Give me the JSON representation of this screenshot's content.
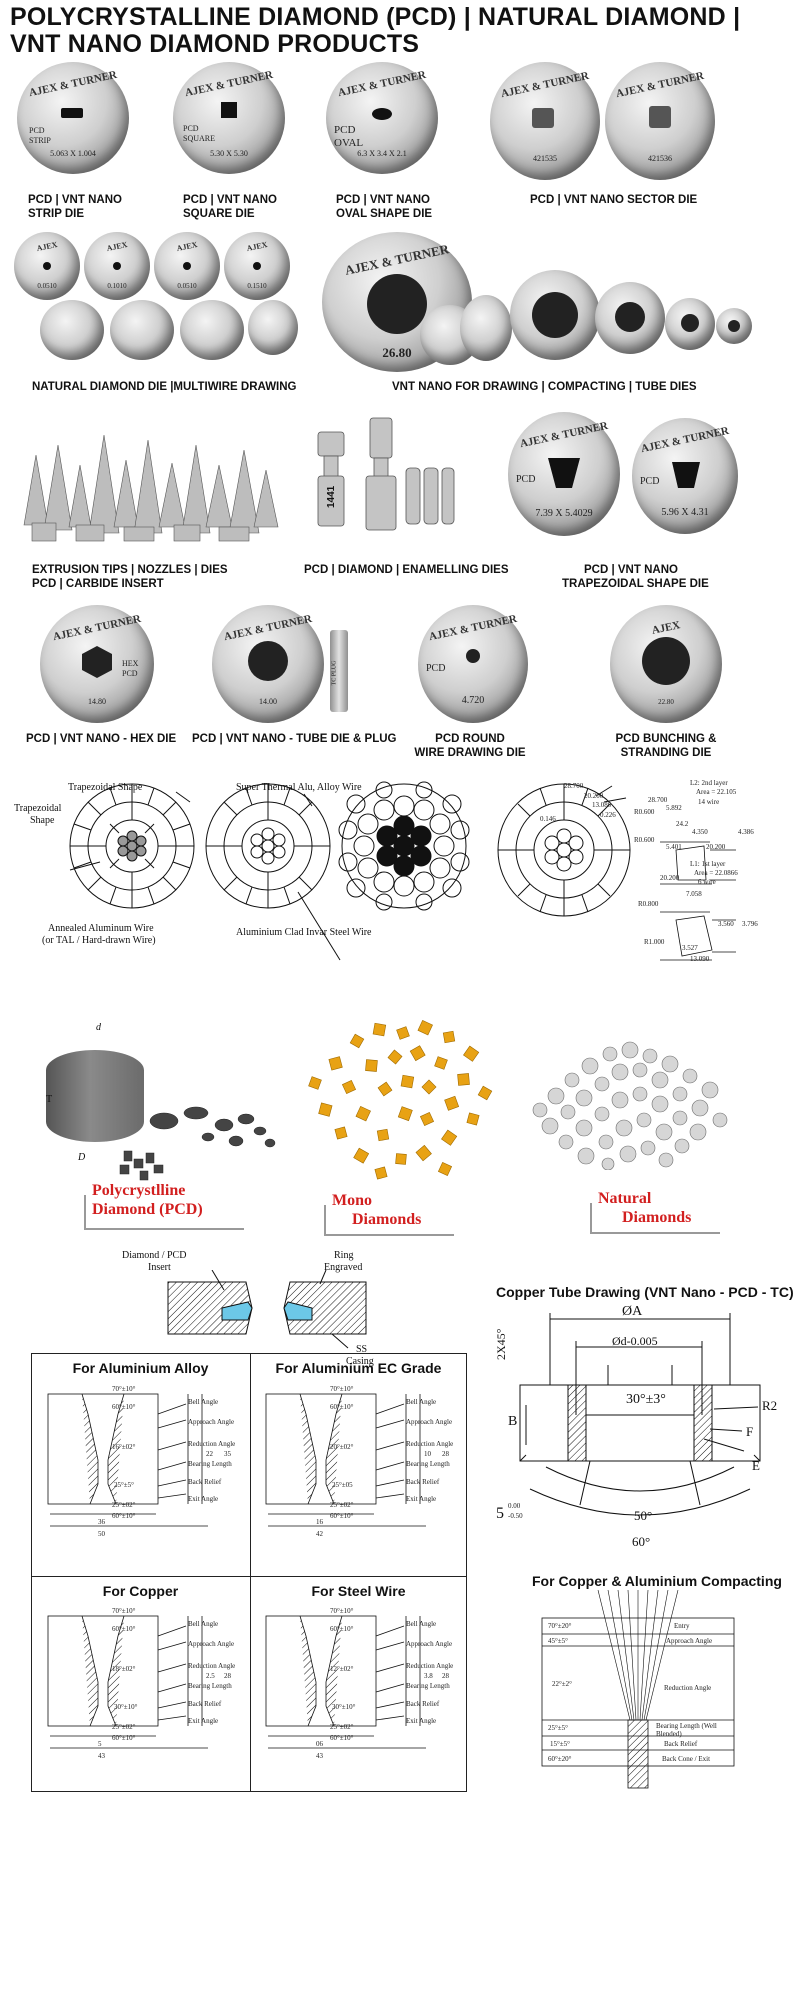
{
  "title": "POLYCRYSTALLINE DIAMOND (PCD) | NATURAL DIAMOND | VNT NANO DIAMOND PRODUCTS",
  "brand": "AJEX & TURNER",
  "brand_short": "AJEX",
  "row1": {
    "strip": {
      "label_top": "PCD",
      "label_bottom": "STRIP",
      "size": "5.063 X 1.004",
      "cap1": "PCD | VNT NANO",
      "cap2": "STRIP DIE"
    },
    "square": {
      "label_top": "PCD",
      "label_bottom": "SQUARE",
      "size": "5.30 X 5.30",
      "cap1": "PCD | VNT NANO",
      "cap2": "SQUARE DIE"
    },
    "oval": {
      "label_top": "PCD",
      "label_bottom": "OVAL",
      "size": "6.3 X 3.4 X 2.1",
      "cap1": "PCD | VNT NANO",
      "cap2": "OVAL SHAPE DIE"
    },
    "sector": {
      "code1": "421535",
      "code2": "421536",
      "cap": "PCD | VNT NANO SECTOR DIE"
    }
  },
  "row2": {
    "natural": {
      "sizes": [
        "0.0510",
        "0.1010",
        "0.0510",
        "0.1510"
      ],
      "cap": "NATURAL DIAMOND DIE |MULTIWIRE DRAWING"
    },
    "vnt": {
      "size": "26.80",
      "cap": "VNT NANO FOR DRAWING | COMPACTING | TUBE DIES"
    }
  },
  "row3": {
    "extrusion": {
      "cap1": "EXTRUSION TIPS | NOZZLES | DIES",
      "cap2": "PCD | CARBIDE INSERT"
    },
    "enamelling": {
      "mark": "1441",
      "cap": "PCD | DIAMOND | ENAMELLING DIES"
    },
    "trap": {
      "label": "PCD",
      "size1": "7.39 X 5.4029",
      "size2": "5.96 X 4.31",
      "cap1": "PCD   | VNT NANO",
      "cap2": "TRAPEZOIDAL SHAPE DIE"
    }
  },
  "row4": {
    "hex": {
      "label1": "HEX",
      "label2": "PCD",
      "size": "14.80",
      "cap": "PCD | VNT NANO - HEX DIE"
    },
    "tube": {
      "size": "14.00",
      "plug": "TC PLUG",
      "cap": "PCD | VNT NANO - TUBE DIE & PLUG"
    },
    "round": {
      "label": "PCD",
      "size": "4.720",
      "cap1": "PCD ROUND",
      "cap2": "WIRE DRAWING DIE"
    },
    "bunching": {
      "size": "22.80",
      "cap1": "PCD BUNCHING &",
      "cap2": "STRANDING DIE"
    }
  },
  "conductors": {
    "trap_shape": "Trapezoidal Shape",
    "trap_shape2": "Trapezoidal",
    "trap_shape3": "Shape",
    "super_thermal": "Super Thermal Alu, Alloy Wire",
    "annealed1": "Annealed Aluminum Wire",
    "annealed2": "(or TAL / Hard-drawn Wire)",
    "clad": "Aluminium Clad Invar Steel Wire",
    "dims": [
      "28.700",
      "20.200",
      "13.080",
      "0.226",
      "0.146"
    ],
    "l2": {
      "line1": "L2: 2nd layer",
      "line2": "Area = 22.105",
      "line3": "14 wire",
      "vals": [
        "28.700",
        "5.892",
        "R0.600",
        "24.2",
        "4.350",
        "4.386",
        "R0.600",
        "5.401",
        "20.200"
      ]
    },
    "l1": {
      "line1": "L1: 1st layer",
      "line2": "Area = 22.0866",
      "line3": "6 wire",
      "vals": [
        "20.200",
        "7.058",
        "R0.800",
        "3.560",
        "3.796",
        "R1.000",
        "3.527",
        "13.090"
      ]
    }
  },
  "diamonds": {
    "pcd_d": "d",
    "pcd_t": "T",
    "pcd_D": "D",
    "pcd1": "Polycrystlline",
    "pcd2": "Diamond (PCD)",
    "mono1": "Mono",
    "mono2": "Diamonds",
    "nat1": "Natural",
    "nat2": "Diamonds"
  },
  "insert": {
    "diamond": "Diamond / PCD",
    "insert": "Insert",
    "ring": "Ring",
    "engraved": "Engraved",
    "ss": "SS",
    "casing": "Casing"
  },
  "profiles": [
    {
      "title": "For Aluminium Alloy",
      "top": "70°±10°",
      "second": "60°±10°",
      "third": "16°±02°",
      "fourth": "25°±5°",
      "fifth": "25°±02°",
      "sixth": "60°±10°",
      "labels": [
        "Bell Angle",
        "Approach Angle",
        "Reduction Angle",
        "Bearing Length",
        "Back Relief",
        "Exit Angle"
      ],
      "dims": [
        "22",
        "35",
        "36",
        "50"
      ]
    },
    {
      "title": "For Aluminium EC Grade",
      "top": "70°±10°",
      "second": "60°±10°",
      "third": "20°±02°",
      "fourth": "25°±05",
      "fifth": "25°±02°",
      "sixth": "60°±10°",
      "labels": [
        "Bell Angle",
        "Approach Angle",
        "Reduction Angle",
        "Bearing Length",
        "Back Relief",
        "Exit Angle"
      ],
      "dims": [
        "10",
        "28",
        "16",
        "42"
      ]
    },
    {
      "title": "For Copper",
      "top": "70°±10°",
      "second": "60°±10°",
      "third": "18°±02°",
      "fourth": "30°±10°",
      "fifth": "25°±02°",
      "sixth": "60°±10°",
      "labels": [
        "Bell Angle",
        "Approach Angle",
        "Reduction Angle",
        "Bearing Length",
        "Back Relief",
        "Exit Angle"
      ],
      "dims": [
        "2.5",
        "28",
        "5",
        "43"
      ]
    },
    {
      "title": "For Steel Wire",
      "top": "70°±10°",
      "second": "60°±10°",
      "third": "12°±02°",
      "fourth": "30°±10°",
      "fifth": "25°±02°",
      "sixth": "60°±10°",
      "labels": [
        "Bell Angle",
        "Approach Angle",
        "Reduction Angle",
        "Bearing Length",
        "Back Relief",
        "Exit Angle"
      ],
      "dims": [
        "3.8",
        "28",
        "06",
        "43"
      ]
    }
  ],
  "copper_tube": {
    "title": "Copper Tube Drawing (VNT Nano - PCD - TC)",
    "a": "ØA",
    "d": "Ød-0.005",
    "angle": "30°±3°",
    "chamfer": "2X45°",
    "b": "B",
    "r2": "R2",
    "f": "F",
    "e": "E",
    "five": "5",
    "tol_top": "0.00",
    "tol_bot": "-0.50",
    "a50": "50°",
    "a60": "60°"
  },
  "compacting": {
    "title": "For Copper & Aluminium Compacting",
    "rows": [
      {
        "angle": "70°±20°",
        "label": "Entry"
      },
      {
        "angle": "45°±5°",
        "label": "Approach Angle"
      },
      {
        "angle": "22°±2°",
        "label": "Reduction Angle"
      },
      {
        "angle": "25°±5°",
        "label": "Bearing Length (Well Blended)"
      },
      {
        "angle": "15°±5°",
        "label": "Back Relief"
      },
      {
        "angle": "60°±20°",
        "label": "Back Cone / Exit"
      }
    ]
  }
}
